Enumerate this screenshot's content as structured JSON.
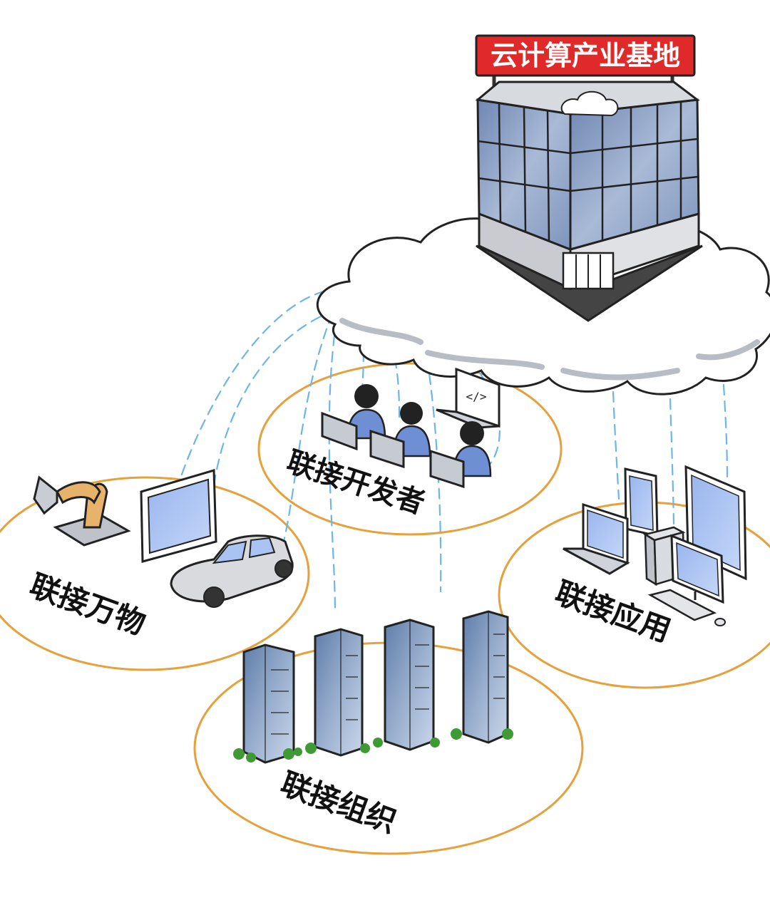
{
  "hub": {
    "sign_text": "云计算产业基地",
    "sign_color": "#e02a2a",
    "sign_text_color": "#ffffff",
    "building_glass_color": "#8fa6c6",
    "cloud_color": "#ffffff"
  },
  "clusters": [
    {
      "id": "things",
      "label": "联接万物",
      "icons": [
        "robot-arm-icon",
        "monitor-icon",
        "car-icon"
      ]
    },
    {
      "id": "developers",
      "label": "联接开发者",
      "icons": [
        "developer-icon",
        "laptop-icon",
        "code-laptop-icon"
      ]
    },
    {
      "id": "apps",
      "label": "联接应用",
      "icons": [
        "tablet-icon",
        "laptop-icon",
        "desktop-computer-icon",
        "keyboard-icon",
        "mouse-icon"
      ]
    },
    {
      "id": "orgs",
      "label": "联接组织",
      "icons": [
        "office-tower-icon"
      ]
    }
  ],
  "colors": {
    "ring": "#e6a03c",
    "connector": "#6fb6e6",
    "screen": "#a9c4f2",
    "shirt": "#6f8fd4",
    "robot": "#e7b26a",
    "tower": "#6e8fb8",
    "bush": "#3f9a36"
  }
}
